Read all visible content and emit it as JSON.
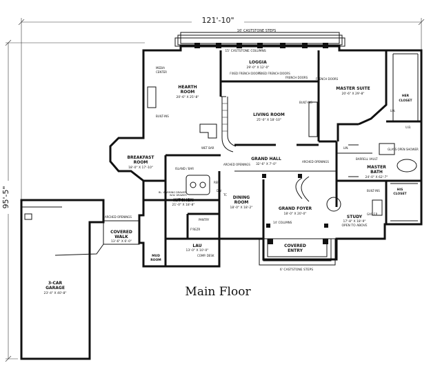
{
  "dimensions": {
    "width": "121'-10\"",
    "depth": "95'-5\""
  },
  "caption": "Main Floor",
  "notes": {
    "steps_top": "16' CASTSTONE STEPS",
    "columns_top": "15' CASTSTONE COLUMNS",
    "steps_bottom": "6' CASTSTONE STEPS",
    "columns_14": "14' COLUMNS",
    "arched_openings_1": "ARCHED OPENINGS",
    "arched_openings_2": "ARCHED OPENINGS",
    "arched_openings_3": "ARCHED OPENINGS",
    "media_center": "MEDIA CENTER",
    "built_ins_hearth": "BUILT-INS",
    "built_ins_living": "BUILT-INS",
    "built_ins_bath": "BUILT-INS",
    "wet_bar": "WET BAR",
    "island_bar": "ISLAND / BAR",
    "ref": "REF.",
    "dw": "DW",
    "tc": "TC",
    "ww_drawer": "W.W. DRAWER",
    "bl_warming_drawer": "BL. WARMING DRAWER",
    "pantry": "PANTRY",
    "freezer": "F'REZR",
    "comp_desk": "COMP. DESK",
    "fixed_french_doors_1": "FIXED FRENCH DOORS",
    "fixed_french_doors_2": "FIXED FRENCH DOORS",
    "french_doors_1": "FRENCH DOORS",
    "french_doors_2": "FRENCH DOORS",
    "barrell_vault": "BARRELL VAULT",
    "glass_open_shower": "GLASS OPEN SHOWER",
    "gas_fp": "GAS F.P.",
    "ub": "U.B.",
    "lin_1": "LIN.",
    "lin_2": "LIN."
  },
  "rooms": {
    "loggia": {
      "name": "LOGGIA",
      "size": "29'-0\" X 12'-0\""
    },
    "hearth": {
      "name": "HEARTH ROOM",
      "size": "20'-6\" X 25'-8\""
    },
    "living": {
      "name": "LIVING ROOM",
      "size": "25'-0\" X 18'-10\""
    },
    "master_suite": {
      "name": "MASTER SUITE",
      "size": "20'-6\" X 29'-8\""
    },
    "her_closet": {
      "name": "HER CLOSET"
    },
    "his_closet": {
      "name": "HIS CLOSET"
    },
    "breakfast": {
      "name": "BREAKFAST ROOM",
      "size": "18'-0\" X 17'-10\""
    },
    "grand_hall": {
      "name": "GRAND HALL",
      "size": "32'-6\" X 7'-0\""
    },
    "master_bath": {
      "name": "MASTER BATH",
      "size": "24'-0\" X 62'-7\""
    },
    "kitchen": {
      "name": "KITCHEN",
      "size": "21'-0\" X 18'-8\""
    },
    "dining": {
      "name": "DINING ROOM",
      "size": "18'-0\" X 18'-2\""
    },
    "foyer": {
      "name": "GRAND FOYER",
      "size": "18'-0\" X 20'-0\""
    },
    "study": {
      "name": "STUDY",
      "size": "17'-8\" X 18'-9\"",
      "note": "OPEN TO ABOVE"
    },
    "covered_walk": {
      "name": "COVERED WALK",
      "size": "13'-6\" X 6'-0\""
    },
    "mud_room": {
      "name": "MUD ROOM"
    },
    "lau": {
      "name": "LAU",
      "size": "13'-0\" X 10'-0\""
    },
    "covered_entry": {
      "name": "COVERED ENTRY"
    },
    "garage": {
      "name": "3-CAR GARAGE",
      "size": "23'-4\" X 40'-8\""
    }
  }
}
